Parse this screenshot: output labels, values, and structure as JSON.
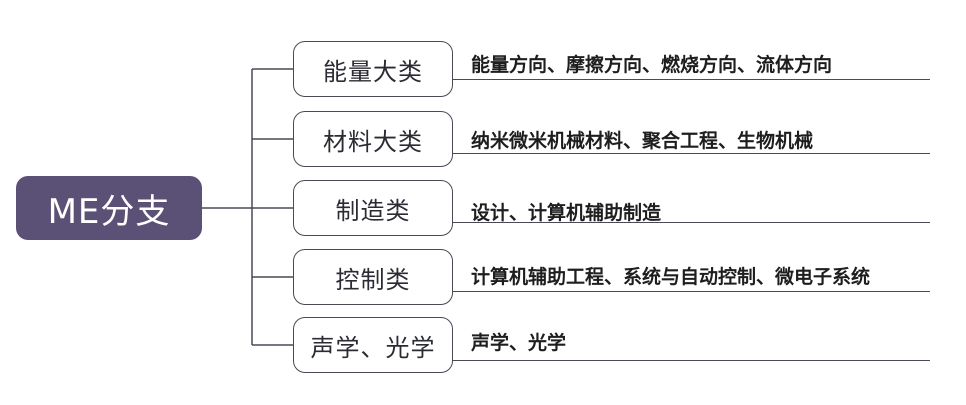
{
  "root": {
    "label": "ME分支"
  },
  "branches": [
    {
      "label": "能量大类",
      "detail": "能量方向、摩擦方向、燃烧方向、流体方向"
    },
    {
      "label": "材料大类",
      "detail": "纳米微米机械材料、聚合工程、生物机械"
    },
    {
      "label": "制造类",
      "detail": "设计、计算机辅助制造"
    },
    {
      "label": "控制类",
      "detail": "计算机辅助工程、系统与自动控制、微电子系统"
    },
    {
      "label": "声学、光学",
      "detail": "声学、光学"
    }
  ]
}
